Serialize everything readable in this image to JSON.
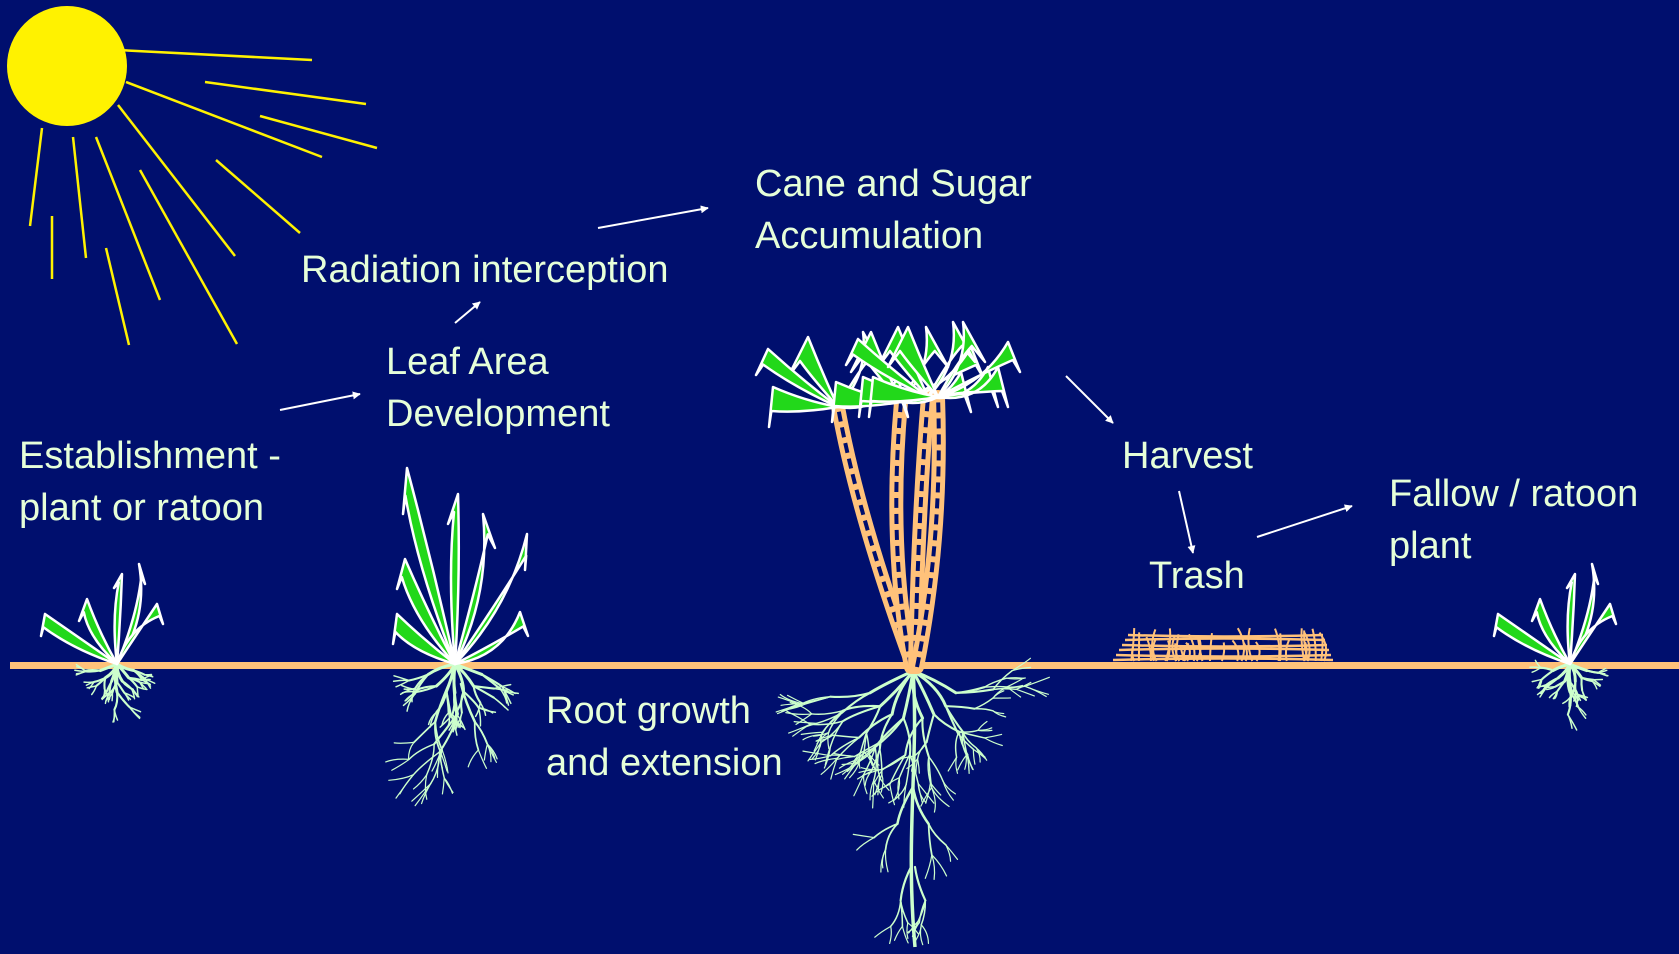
{
  "colors": {
    "background": "#000F6E",
    "sun": "#FFF200",
    "sun_rays": "#FFF200",
    "ground": "#FFC27A",
    "leaf_fill": "#22D81A",
    "leaf_outline": "#FFFFFF",
    "roots": "#CCFFCC",
    "stalk": "#FFC27A",
    "trash": "#FFC27A",
    "arrows": "#FFFFFF",
    "text": "#E6FFD9"
  },
  "labels": {
    "establishment": [
      "Establishment -",
      "plant or ratoon"
    ],
    "leaf_area": [
      "Leaf Area",
      "Development"
    ],
    "radiation": "Radiation interception",
    "cane_sugar": [
      "Cane and Sugar",
      "Accumulation"
    ],
    "harvest": "Harvest",
    "trash": "Trash",
    "fallow": [
      "Fallow / ratoon",
      "plant"
    ],
    "root_growth": [
      "Root growth",
      "and extension"
    ]
  },
  "icons": [
    "sun-icon",
    "young-plant-icon",
    "leafy-plant-icon",
    "mature-cane-icon",
    "trash-pile-icon",
    "ratoon-plant-icon"
  ]
}
